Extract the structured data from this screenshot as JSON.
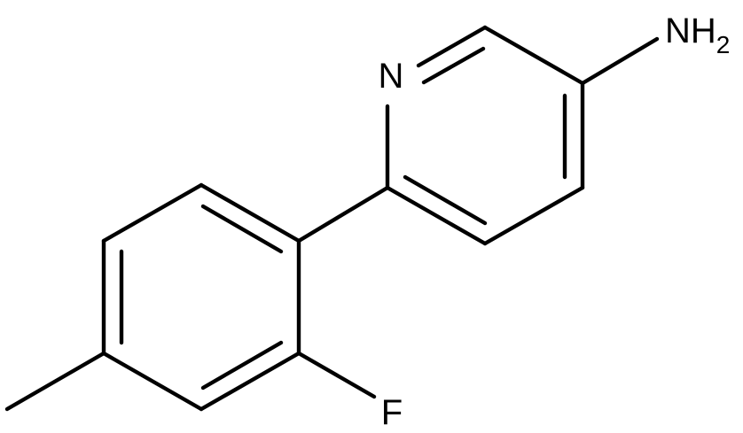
{
  "molecule": {
    "atoms": {
      "nitrogen_ring": {
        "symbol": "N"
      },
      "amine": {
        "symbol": "NH",
        "subscript": "2"
      },
      "fluorine": {
        "symbol": "F"
      }
    }
  }
}
